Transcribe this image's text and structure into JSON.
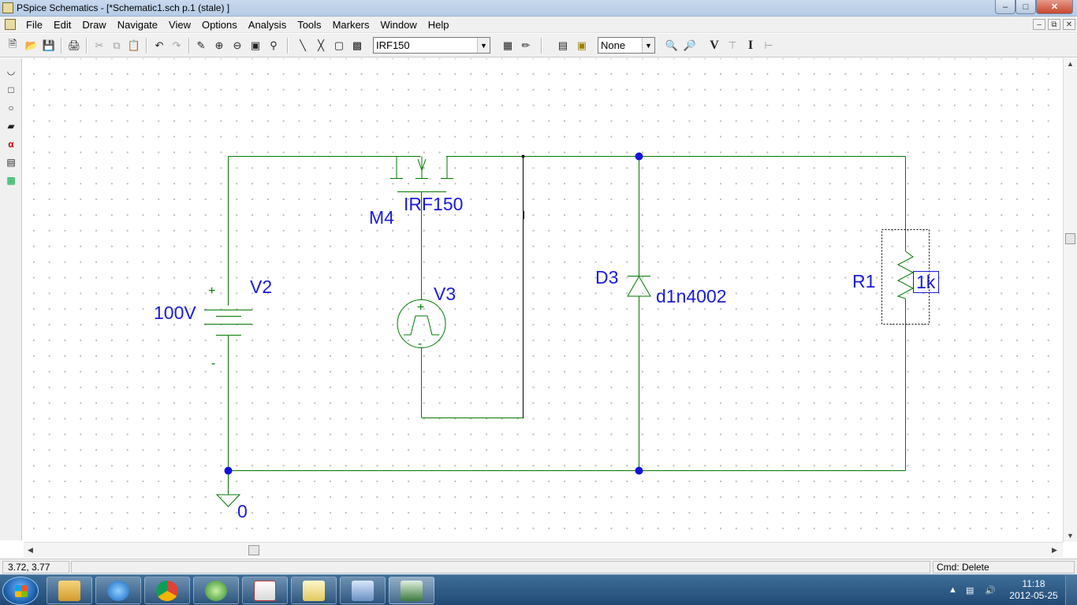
{
  "window": {
    "title": "PSpice Schematics - [*Schematic1.sch  p.1 (stale)  ]"
  },
  "menu": {
    "items": [
      "File",
      "Edit",
      "Draw",
      "Navigate",
      "View",
      "Options",
      "Analysis",
      "Tools",
      "Markers",
      "Window",
      "Help"
    ]
  },
  "toolbar": {
    "part_combo_value": "IRF150",
    "marker_combo_value": "None"
  },
  "schematic": {
    "labels": {
      "mosfet_ref": "M4",
      "mosfet_model": "IRF150",
      "v2_ref": "V2",
      "v2_value": "100V",
      "v2_plus": "+",
      "v2_minus": "-",
      "v3_ref": "V3",
      "v3_plus": "+",
      "v3_minus": "-",
      "diode_ref": "D3",
      "diode_model": "d1n4002",
      "r1_ref": "R1",
      "r1_value": "1k",
      "ground": "0"
    },
    "colors": {
      "wire": "#007a00",
      "label": "#1a1adc",
      "junction": "#1010e0"
    }
  },
  "status": {
    "coords": "3.72, 3.77",
    "cmd": "Cmd: Delete"
  },
  "taskbar": {
    "time": "11:18",
    "date": "2012-05-25"
  }
}
